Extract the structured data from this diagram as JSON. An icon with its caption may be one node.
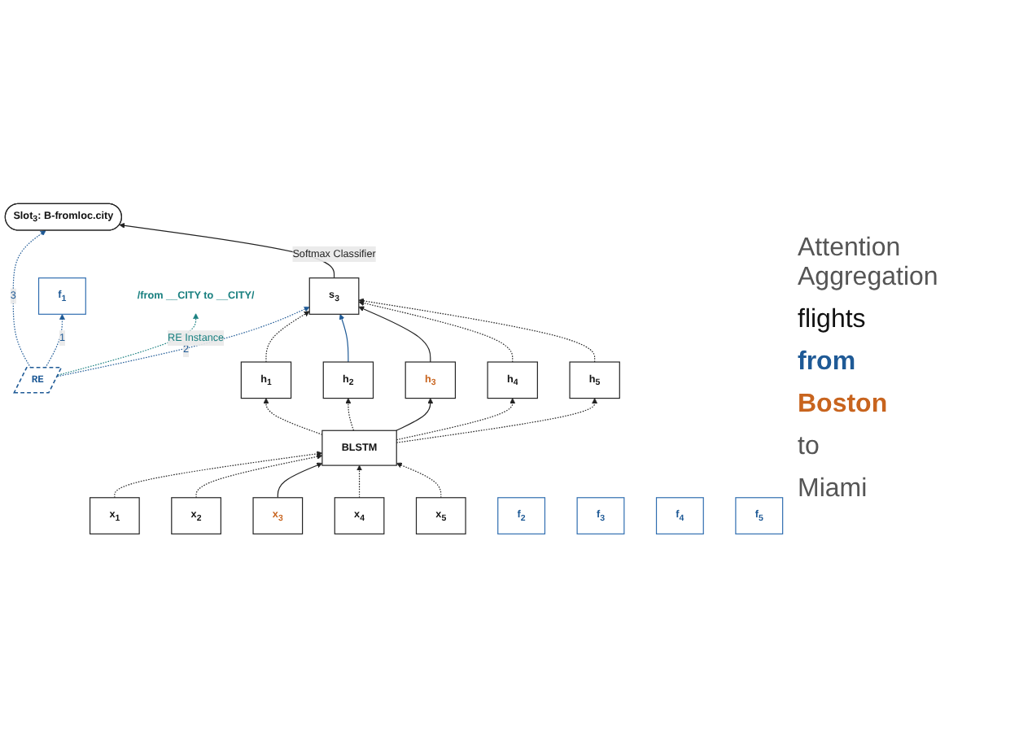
{
  "diagram": {
    "nodes": [
      {
        "text": [
          "Slot$_{3}$: B-fromloc.city"
        ]
      },
      {
        "text": [
          "RE"
        ]
      },
      {
        "text": [
          "s$_{3}$"
        ]
      },
      {
        "text": [
          "h$_{1}$"
        ]
      },
      {
        "text": [
          "h$_{2}$"
        ]
      },
      {
        "text": [
          "h$_{3}$"
        ]
      },
      {
        "text": [
          "h$_{4}$"
        ]
      },
      {
        "text": [
          "h$_{5}$"
        ]
      },
      {
        "text": [
          "BLSTM"
        ]
      },
      {
        "text": [
          "x$_{1}$"
        ]
      },
      {
        "text": [
          "x$_{2}$"
        ]
      },
      {
        "text": [
          "x$_{3}$"
        ]
      },
      {
        "text": [
          "x$_{4}$"
        ]
      },
      {
        "text": [
          "x$_{5}$"
        ]
      },
      {
        "text": [
          "f$_{1}$"
        ]
      },
      {
        "text": [
          "f$_{2}$"
        ]
      },
      {
        "text": [
          "f$_{3}$"
        ]
      },
      {
        "text": [
          "f$_{4}$"
        ]
      },
      {
        "text": [
          "f$_{5}$"
        ]
      },
      {
        "text": [
          "/from __CITY to __CITY/"
        ]
      }
    ],
    "edges": [
      {
        "from": 1,
        "to": 0,
        "arrow": "to",
        "label": "3",
        "style": "dashed",
        "color": "#1f5a96"
      },
      {
        "from": 1,
        "to": 2,
        "arrow": "to",
        "label": "2",
        "style": "dashed",
        "color": "#1f5a96"
      },
      {
        "from": 1,
        "to": 14,
        "arrow": "to",
        "label": "1",
        "style": "dashed",
        "color": "#1f5a96"
      },
      {
        "from": 1,
        "to": 19,
        "arrow": "to",
        "label": "RE Instance",
        "style": "dashed",
        "color": "#1a8080"
      },
      {
        "from": 2,
        "to": 0,
        "arrow": "to",
        "label": "Softmax Classifier"
      },
      {
        "from": 3,
        "to": 2,
        "arrow": "to",
        "style": "dashed"
      },
      {
        "from": 4,
        "to": 2,
        "arrow": "to",
        "color": "#1f5a96"
      },
      {
        "from": 5,
        "to": 2,
        "arrow": "to"
      },
      {
        "from": 6,
        "to": 2,
        "arrow": "to",
        "style": "dashed"
      },
      {
        "from": 7,
        "to": 2,
        "arrow": "to",
        "style": "dashed"
      },
      {
        "from": 8,
        "to": 3,
        "arrow": "to",
        "style": "dashed"
      },
      {
        "from": 8,
        "to": 4,
        "arrow": "to",
        "style": "dashed"
      },
      {
        "from": 8,
        "to": 5,
        "arrow": "to"
      },
      {
        "from": 8,
        "to": 6,
        "arrow": "to",
        "style": "dashed"
      },
      {
        "from": 8,
        "to": 7,
        "arrow": "to",
        "style": "dashed"
      },
      {
        "from": 9,
        "to": 8,
        "arrow": "to",
        "style": "dashed"
      },
      {
        "from": 10,
        "to": 8,
        "arrow": "to",
        "style": "dashed"
      },
      {
        "from": 11,
        "to": 8,
        "arrow": "to"
      },
      {
        "from": 12,
        "to": 8,
        "arrow": "to",
        "style": "dashed"
      },
      {
        "from": 13,
        "to": 8,
        "arrow": "to",
        "style": "dashed"
      }
    ],
    "labels": [
      "Attention Aggregation",
      "flights",
      "from",
      "Boston",
      "to",
      "Miami"
    ]
  }
}
